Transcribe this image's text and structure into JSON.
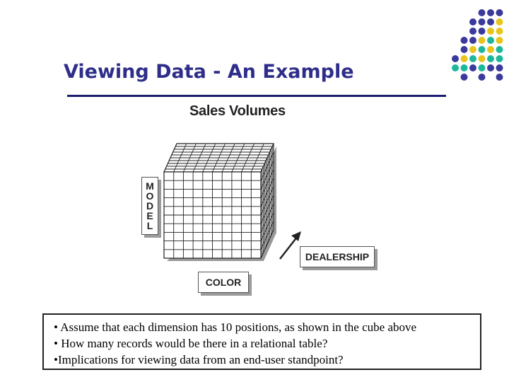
{
  "slide": {
    "title": "Viewing Data - An Example"
  },
  "figure": {
    "title": "Sales Volumes",
    "labels": {
      "model_letters": [
        "M",
        "O",
        "D",
        "E",
        "L"
      ],
      "dealership": "DEALERSHIP",
      "color": "COLOR"
    },
    "dimension_positions": 10
  },
  "bullets": [
    "• Assume that each dimension has 10 positions, as shown in the cube above",
    "• How many records would be there in a relational table?",
    "•Implications for viewing data from an end-user standpoint?"
  ],
  "decoration": {
    "dot_colors": {
      "purple": "#3a3a9c",
      "yellow": "#e8c51c",
      "teal": "#1db89a"
    }
  }
}
